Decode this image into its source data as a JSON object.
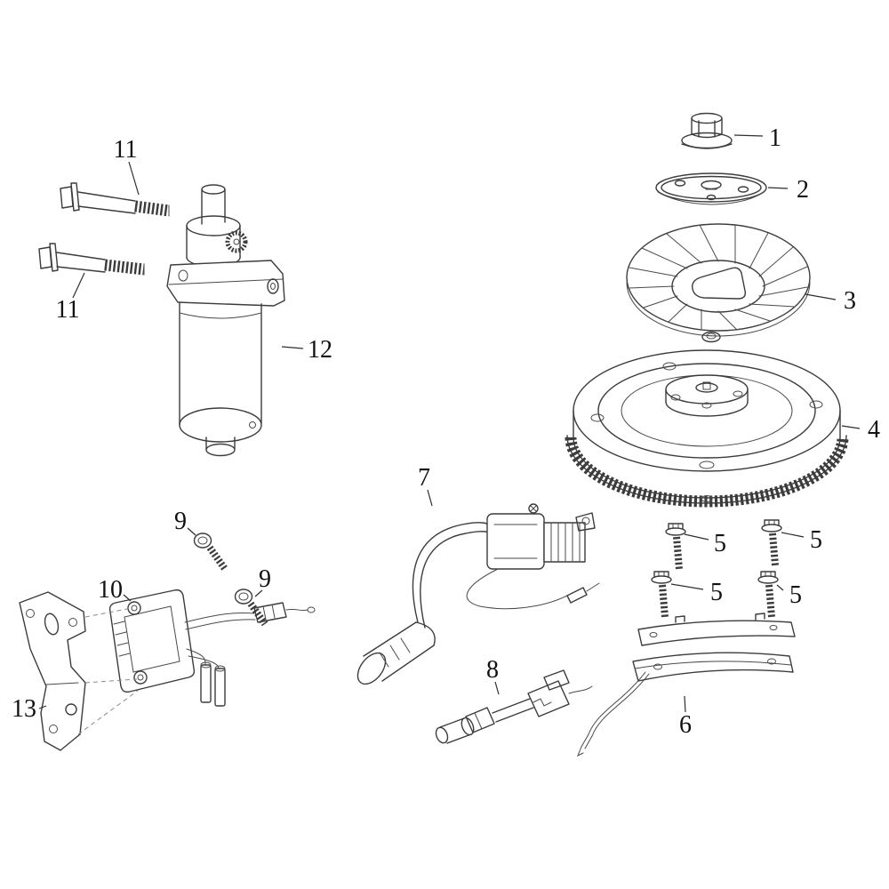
{
  "page": {
    "background_color": "#ffffff",
    "line_color": "#3c3c3c",
    "label_color": "#111111"
  },
  "diagram": {
    "type": "exploded-parts-diagram",
    "description_visible_text_only": true,
    "callouts": {
      "c1": {
        "label": "1",
        "part": "flange-nut"
      },
      "c2": {
        "label": "2",
        "part": "starter-cup-plate"
      },
      "c3": {
        "label": "3",
        "part": "cooling-fan"
      },
      "c4": {
        "label": "4",
        "part": "flywheel-ring-gear"
      },
      "c5a": {
        "label": "5",
        "part": "flange-bolt"
      },
      "c5b": {
        "label": "5",
        "part": "flange-bolt"
      },
      "c5c": {
        "label": "5",
        "part": "flange-bolt"
      },
      "c5d": {
        "label": "5",
        "part": "flange-bolt"
      },
      "c6": {
        "label": "6",
        "part": "stator-plate-assembly"
      },
      "c7": {
        "label": "7",
        "part": "ignition-coil"
      },
      "c8": {
        "label": "8",
        "part": "oil-level-switch"
      },
      "c9a": {
        "label": "9",
        "part": "screw"
      },
      "c9b": {
        "label": "9",
        "part": "screw"
      },
      "c10": {
        "label": "10",
        "part": "voltage-regulator"
      },
      "c11a": {
        "label": "11",
        "part": "bolt"
      },
      "c11b": {
        "label": "11",
        "part": "bolt"
      },
      "c12": {
        "label": "12",
        "part": "starter-motor"
      },
      "c13": {
        "label": "13",
        "part": "mounting-bracket"
      }
    }
  }
}
